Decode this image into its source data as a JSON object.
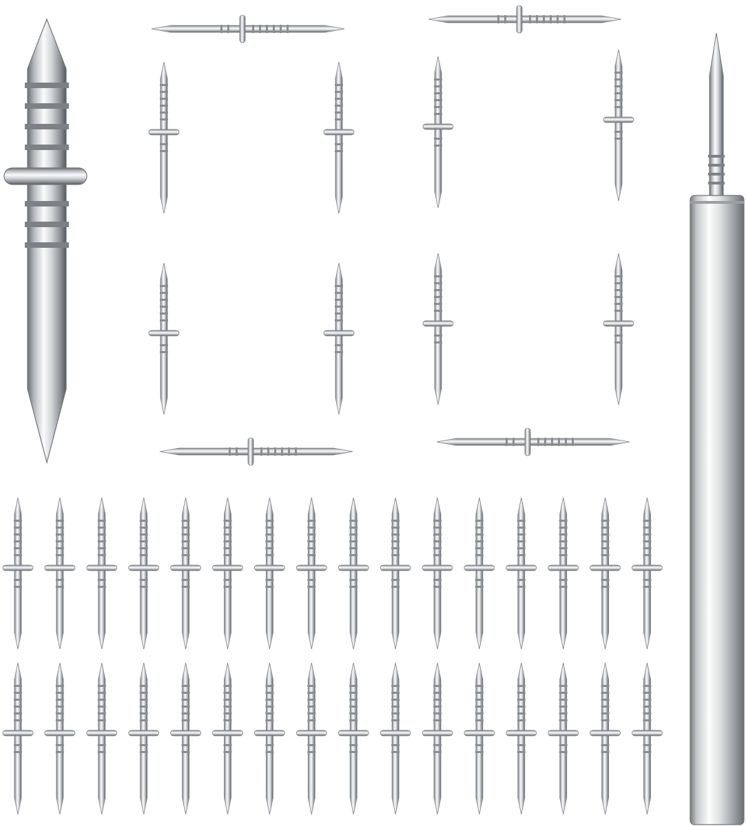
{
  "scene": {
    "background": "#ffffff",
    "metal_light": "#f4f5f6",
    "metal_mid": "#b9bcc0",
    "metal_dark": "#5f6368",
    "edge": "#7a7e83",
    "large_pin_icon": "double-pointed-pin-icon",
    "setting_tool_icon": "setting-tool-icon",
    "pin_icon": "pin-icon",
    "grid_rows": 2,
    "grid_cols": 16,
    "frame_count": 2,
    "pins_per_frame": 6
  }
}
